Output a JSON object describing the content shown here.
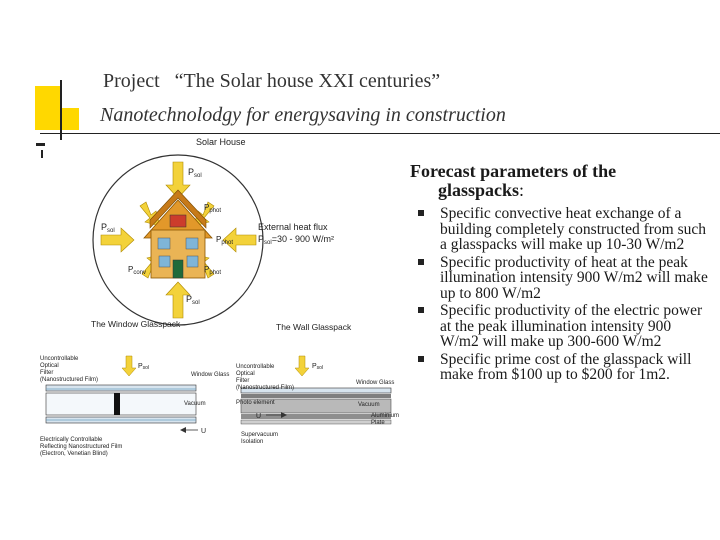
{
  "slide": {
    "title_line1": "Project   “The Solar house XXI centuries”",
    "title_line2": "Nanotechnolodgy for energysaving in construction"
  },
  "diagram": {
    "solar_house_label": "Solar House",
    "p_sol_top": "P",
    "external_heat_flux_label": "External heat flux",
    "heat_flux_formula": "P",
    "heat_flux_value": "=30 - 900 W/m²",
    "window_glasspack_label": "The Window Glasspack",
    "wall_glasspack_label": "The Wall Glasspack",
    "window_labels": {
      "uncontrollable_filter": "Uncontrollable\nOptical\nFilter\n(Nanostructured Film)",
      "window_glass": "Window Glass",
      "vacuum": "Vacuum",
      "electrically_controllable": "Electrically Controllable\nReflecting Nanostructured Film\n(Electron, Venetian Blind)"
    },
    "wall_labels": {
      "uncontrollable_filter": "Uncontrollable\nOptical\nFilter\n(Nanostructured Film)",
      "photo_element": "Photo element",
      "window_glass": "Window Glass",
      "vacuum": "Vacuum",
      "aluminium_plate": "Aluminium\nPlate",
      "supervacuum_isolation": "Supervacuum\nIsolation"
    }
  },
  "forecast": {
    "heading_line1": "Forecast parameters of the",
    "heading_line2": "glasspacks",
    "heading_suffix": ":",
    "items": [
      "Specific convective heat exchange of a building completely constructed from such a glasspacks will make up 10-30 W/m2",
      "Specific productivity of heat at the peak illumination intensity 900 W/m2  will make up to 800 W/m2",
      "Specific productivity of the electric power at the peak illumination intensity 900 W/m2 will make up 300-600 W/m2",
      "Specific prime cost of the glasspack will make from $100 up to $200 for 1m2."
    ]
  }
}
